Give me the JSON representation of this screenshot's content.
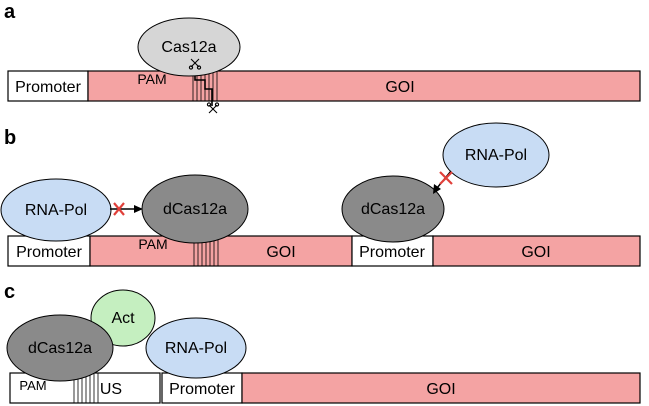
{
  "panels": {
    "a": {
      "letter": "a",
      "protein": "Cas12a",
      "promoter": "Promoter",
      "pam": "PAM",
      "gene": "GOI",
      "cut_icon": "scissors-icon"
    },
    "b": {
      "letter": "b",
      "polymerase_left": "RNA-Pol",
      "protein_left": "dCas12a",
      "promoter_left": "Promoter",
      "pam": "PAM",
      "gene_left": "GOI",
      "protein_right": "dCas12a",
      "promoter_right": "Promoter",
      "gene_right": "GOI",
      "polymerase_right": "RNA-Pol",
      "block_icon": "red-x-icon"
    },
    "c": {
      "letter": "c",
      "protein": "dCas12a",
      "activator": "Act",
      "polymerase": "RNA-Pol",
      "pam": "PAM",
      "upstream": "US",
      "promoter": "Promoter",
      "gene": "GOI"
    }
  },
  "colors": {
    "gene_fill": "#f4a3a3",
    "cas12a_fill": "#d6d6d6",
    "dcas12a_fill": "#8a8a8a",
    "rnapol_fill": "#c8dcf4",
    "act_fill": "#c5efc0",
    "block_x": "#e0403a",
    "outline": "#000000"
  }
}
